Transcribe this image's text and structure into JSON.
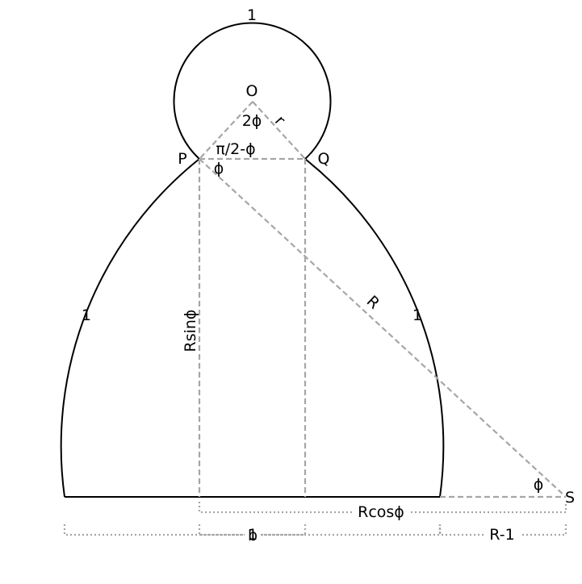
{
  "labels": {
    "top_one": "1",
    "center_O": "O",
    "angle_2phi": "2ϕ",
    "radius_r": "r",
    "point_P": "P",
    "point_Q": "Q",
    "angle_complement": "π/2-ϕ",
    "angle_phi_P": "ϕ",
    "left_arc_one": "1",
    "right_arc_one": "1",
    "big_radius_R": "R",
    "height_Rsinphi": "Rsinϕ",
    "angle_phi_S": "ϕ",
    "point_S": "S",
    "width_Rcosphi": "Rcosϕ",
    "base_one": "1",
    "overhang_R_minus_1": "R-1",
    "gap_b": "b"
  },
  "colors": {
    "outline": "#000000",
    "construction": "#a6a6a6"
  }
}
